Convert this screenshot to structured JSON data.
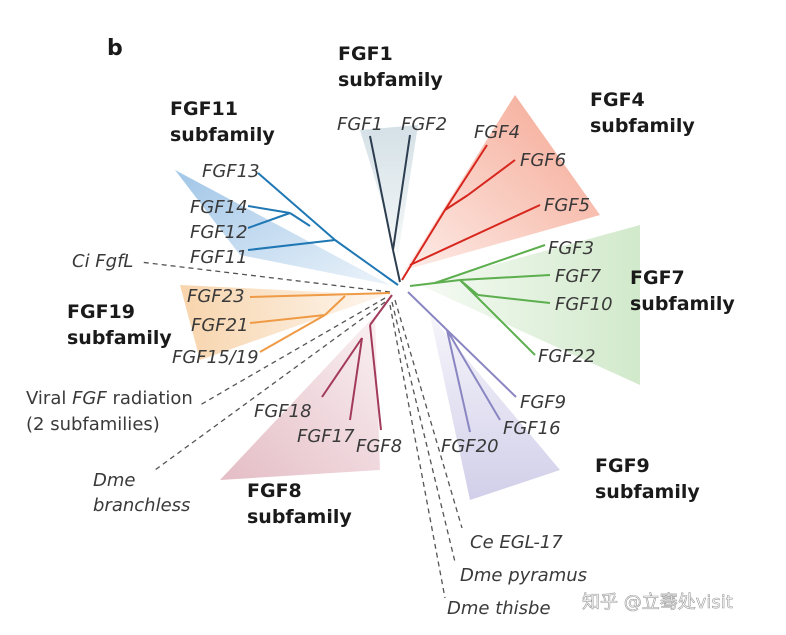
{
  "panel_letter": "b",
  "colors": {
    "fgf1": "#2c3e50",
    "fgf4": "#d7261e",
    "fgf7": "#5cae4e",
    "fgf9": "#8a86c2",
    "fgf8": "#a23a5a",
    "fgf19": "#ef9a45",
    "fgf11": "#1f77b4",
    "dashed": "#555555"
  },
  "subfamilies": {
    "fgf1": {
      "line1": "FGF1",
      "line2": "subfamily"
    },
    "fgf4": {
      "line1": "FGF4",
      "line2": "subfamily"
    },
    "fgf7": {
      "line1": "FGF7",
      "line2": "subfamily"
    },
    "fgf9": {
      "line1": "FGF9",
      "line2": "subfamily"
    },
    "fgf8": {
      "line1": "FGF8",
      "line2": "subfamily"
    },
    "fgf19": {
      "line1": "FGF19",
      "line2": "subfamily"
    },
    "fgf11": {
      "line1": "FGF11",
      "line2": "subfamily"
    }
  },
  "genes": {
    "fgf1": "FGF1",
    "fgf2": "FGF2",
    "fgf4": "FGF4",
    "fgf6": "FGF6",
    "fgf5": "FGF5",
    "fgf3": "FGF3",
    "fgf7": "FGF7",
    "fgf10": "FGF10",
    "fgf22": "FGF22",
    "fgf9": "FGF9",
    "fgf16": "FGF16",
    "fgf20": "FGF20",
    "fgf8": "FGF8",
    "fgf17": "FGF17",
    "fgf18": "FGF18",
    "fgf23": "FGF23",
    "fgf21": "FGF21",
    "fgf15_19": "FGF15/19",
    "fgf13": "FGF13",
    "fgf14": "FGF14",
    "fgf12": "FGF12",
    "fgf11": "FGF11",
    "ci_fgfl": "Ci FgfL",
    "ce_egl17": "Ce EGL-17",
    "dme_pyramus": "Dme pyramus",
    "dme_thisbe": "Dme thisbe",
    "dme_branchless_1": "Dme",
    "dme_branchless_2": "branchless"
  },
  "viral": {
    "line1_prefix": "Viral ",
    "line1_italic": "FGF",
    "line1_suffix": " radiation",
    "line2": "(2 subfamilies)"
  },
  "watermark": "知乎 @立骞处visit"
}
